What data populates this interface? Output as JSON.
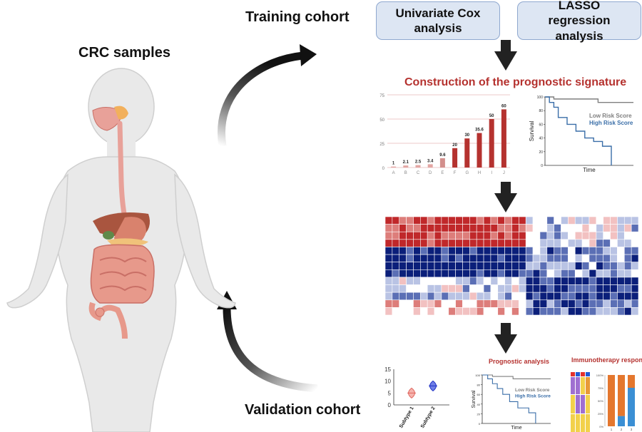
{
  "labels": {
    "crc_samples": "CRC samples",
    "training_cohort": "Training cohort",
    "validation_cohort": "Validation cohort",
    "univariate_cox": "Univariate Cox analysis",
    "lasso": "LASSO regression analysis",
    "construction": "Construction of the prognostic signature",
    "prognostic_analysis": "Prognostic analysis",
    "immunotherapy_response": "Immunotherapy response"
  },
  "colors": {
    "accent_red": "#b5322f",
    "box_fill": "#dde6f3",
    "box_border": "#8fa8cf",
    "arrow": "#222222",
    "low_risk": "#7f7f7f",
    "high_risk": "#3a6ea8"
  },
  "chart_data": [
    {
      "type": "bar",
      "categories": [
        "A",
        "B",
        "C",
        "D",
        "E",
        "F",
        "G",
        "H",
        "I",
        "J"
      ],
      "values": [
        1,
        2.1,
        2.5,
        3.4,
        9.6,
        20,
        30,
        35.6,
        50,
        60
      ],
      "value_labels": [
        "1",
        "2.1",
        "2.5",
        "3.4",
        "9.6",
        "20",
        "30",
        "35.6",
        "50",
        "60"
      ],
      "yticks": [
        "0",
        "25",
        "50",
        "75"
      ],
      "ylim": [
        0,
        75
      ],
      "grid": true
    },
    {
      "type": "line",
      "name": "km-training",
      "ylabel": "Survival",
      "xlabel": "Time",
      "yticks": [
        "0",
        "20",
        "40",
        "60",
        "80",
        "100"
      ],
      "ylim": [
        0,
        100
      ],
      "series": [
        {
          "name": "Low Risk Score",
          "x": [
            0,
            10,
            10,
            60,
            60,
            100
          ],
          "y": [
            100,
            100,
            97,
            97,
            92,
            92
          ]
        },
        {
          "name": "High Risk Score",
          "x": [
            0,
            5,
            5,
            10,
            10,
            15,
            15,
            25,
            25,
            35,
            35,
            45,
            45,
            55,
            55,
            65,
            65,
            75,
            75
          ],
          "y": [
            100,
            100,
            92,
            92,
            85,
            85,
            70,
            70,
            60,
            60,
            50,
            50,
            40,
            40,
            35,
            35,
            28,
            28,
            0
          ]
        }
      ]
    },
    {
      "type": "heatmap",
      "scale": [
        "dark-blue",
        "light-blue",
        "white",
        "light-red",
        "red"
      ]
    },
    {
      "type": "scatter",
      "name": "violin-subtypes",
      "categories": [
        "Subtype 1",
        "Subtype 2"
      ],
      "yticks": [
        "0",
        "5",
        "10",
        "15"
      ],
      "ylim": [
        0,
        15
      ],
      "medians": [
        5,
        8
      ]
    },
    {
      "type": "line",
      "name": "km-validation",
      "ylabel": "Survival",
      "xlabel": "Time",
      "yticks": [
        "0",
        "20",
        "40",
        "60",
        "80",
        "100"
      ],
      "ylim": [
        0,
        100
      ],
      "series": [
        {
          "name": "Low Risk Score",
          "x": [
            0,
            15,
            15,
            45,
            45,
            100
          ],
          "y": [
            100,
            100,
            97,
            97,
            92,
            92
          ]
        },
        {
          "name": "High Risk Score",
          "x": [
            0,
            8,
            8,
            15,
            15,
            22,
            22,
            30,
            30,
            40,
            40,
            52,
            52,
            68,
            68,
            78,
            78
          ],
          "y": [
            100,
            100,
            92,
            92,
            82,
            82,
            72,
            72,
            60,
            60,
            45,
            45,
            32,
            32,
            22,
            22,
            0
          ]
        }
      ]
    },
    {
      "type": "bar",
      "name": "immunotherapy-stacked",
      "categories": [
        "1",
        "2",
        "3"
      ],
      "yticks": [
        "0%",
        "25%",
        "50%",
        "75%",
        "100%"
      ],
      "series": [
        {
          "name": "blue",
          "values": [
            0,
            20,
            75
          ]
        },
        {
          "name": "orange",
          "values": [
            100,
            80,
            25
          ]
        }
      ]
    }
  ]
}
